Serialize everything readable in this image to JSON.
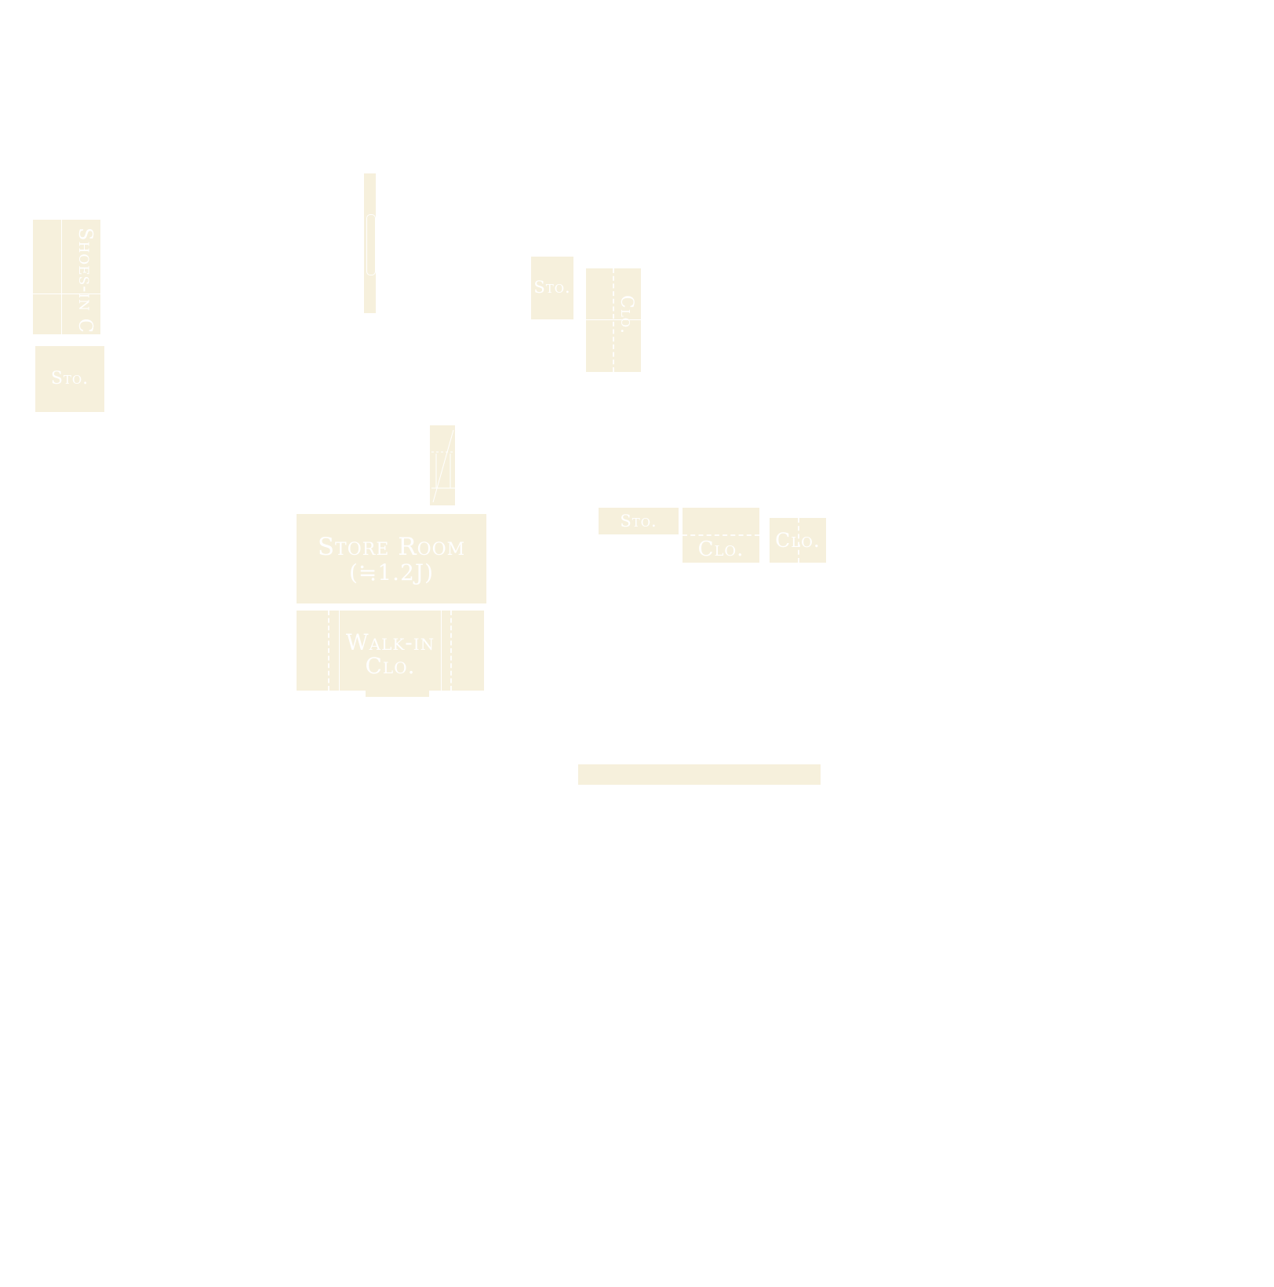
{
  "colors": {
    "room_fill": "#f6f0dc",
    "background": "#ffffff",
    "label": "#ffffff"
  },
  "labels": {
    "shoes_in_clo": "Shoes-in Clo.",
    "sto_left": "Sto.",
    "sto_top": "Sto.",
    "clo_top": "Clo.",
    "store_room_name": "Store Room",
    "store_room_size": "(≒1.2J)",
    "walk_in_line1": "Walk-in",
    "walk_in_line2": "Clo.",
    "sto_mid": "Sto.",
    "clo_mid": "Clo.",
    "clo_right": "Clo."
  }
}
